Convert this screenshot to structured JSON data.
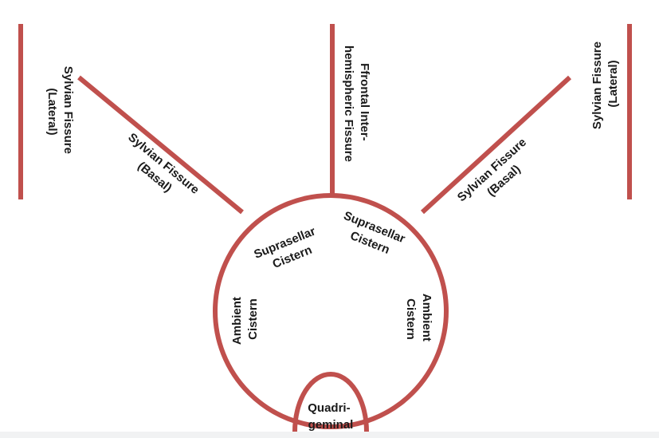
{
  "colors": {
    "line": "#c0504d",
    "text": "#1a1a1a",
    "background": "#ffffff"
  },
  "labels": {
    "sylvian_lateral_left": [
      "Sylvian Fissure",
      "(Lateral)"
    ],
    "sylvian_basal_left": [
      "Sylvian Fissure",
      "(Basal)"
    ],
    "frontal_interhemispheric": [
      "Ffrontal Inter-",
      "hemispheric Fissure"
    ],
    "sylvian_basal_right": [
      "Sylvian Fissure",
      "(Basal)"
    ],
    "sylvian_lateral_right": [
      "Sylvian Fissure",
      "(Lateral)"
    ],
    "suprasellar_left": [
      "Suprasellar",
      "Cistern"
    ],
    "suprasellar_right": [
      "Suprasellar",
      "Cistern"
    ],
    "ambient_left": [
      "Ambient",
      "Cistern"
    ],
    "ambient_right": [
      "Ambient",
      "Cistern"
    ],
    "quadrigeminal": [
      "Quadri-",
      "geminal"
    ]
  }
}
